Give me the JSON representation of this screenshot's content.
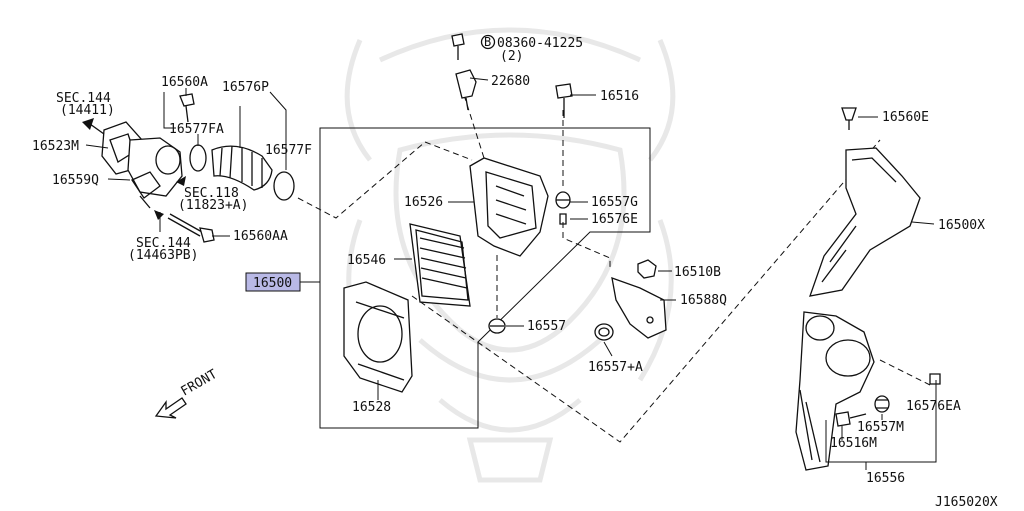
{
  "diagram": {
    "callout_highlight_color": "#b9b9e6",
    "drawing_code": "J165020X",
    "front_label": "FRONT",
    "labels": {
      "p08360": "08360-41225",
      "p08360_qty": "(2)",
      "p08360_prefix": "B",
      "p22680": "22680",
      "p16516": "16516",
      "p16560A": "16560A",
      "p16576P": "16576P",
      "p16577FA": "16577FA",
      "p16577F": "16577F",
      "sec144a": "SEC.144",
      "sec144a_ref": "(14411)",
      "p16523M": "16523M",
      "p16559Q": "16559Q",
      "sec118": "SEC.118",
      "sec118_ref": "(11823+A)",
      "p16560AA": "16560AA",
      "sec144b": "SEC.144",
      "sec144b_ref": "(14463PB)",
      "p16560E": "16560E",
      "p16526": "16526",
      "p16557G": "16557G",
      "p16576E": "16576E",
      "p16500X": "16500X",
      "p16546": "16546",
      "p16500": "16500",
      "p16510B": "16510B",
      "p16588Q": "16588Q",
      "p16557": "16557",
      "p16557A": "16557+A",
      "p16528": "16528",
      "p16576EA": "16576EA",
      "p16557M": "16557M",
      "p16516M": "16516M",
      "p16556": "16556"
    }
  }
}
